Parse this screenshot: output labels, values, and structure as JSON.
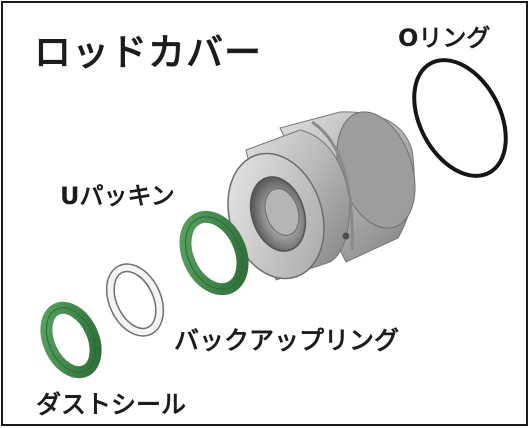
{
  "diagram": {
    "title": "ロッドカバー",
    "labels": {
      "o_ring": "Oリング",
      "u_packing": "Uパッキン",
      "backup_ring": "バックアップリング",
      "dust_seal": "ダストシール"
    },
    "colors": {
      "seal_green": "#3f8a45",
      "seal_green_dark": "#2b6a34",
      "metal_light": "#c9c9c9",
      "metal_dark": "#8e8e8e",
      "o_ring_black": "#161616",
      "backup_white": "#f4f4f4",
      "frame": "#1a1a1a"
    },
    "parts": [
      {
        "name": "dust-seal",
        "color": "green"
      },
      {
        "name": "backup-ring",
        "color": "white"
      },
      {
        "name": "u-packing",
        "color": "green"
      },
      {
        "name": "rod-cover-body",
        "color": "metal"
      },
      {
        "name": "o-ring",
        "color": "black"
      }
    ]
  }
}
